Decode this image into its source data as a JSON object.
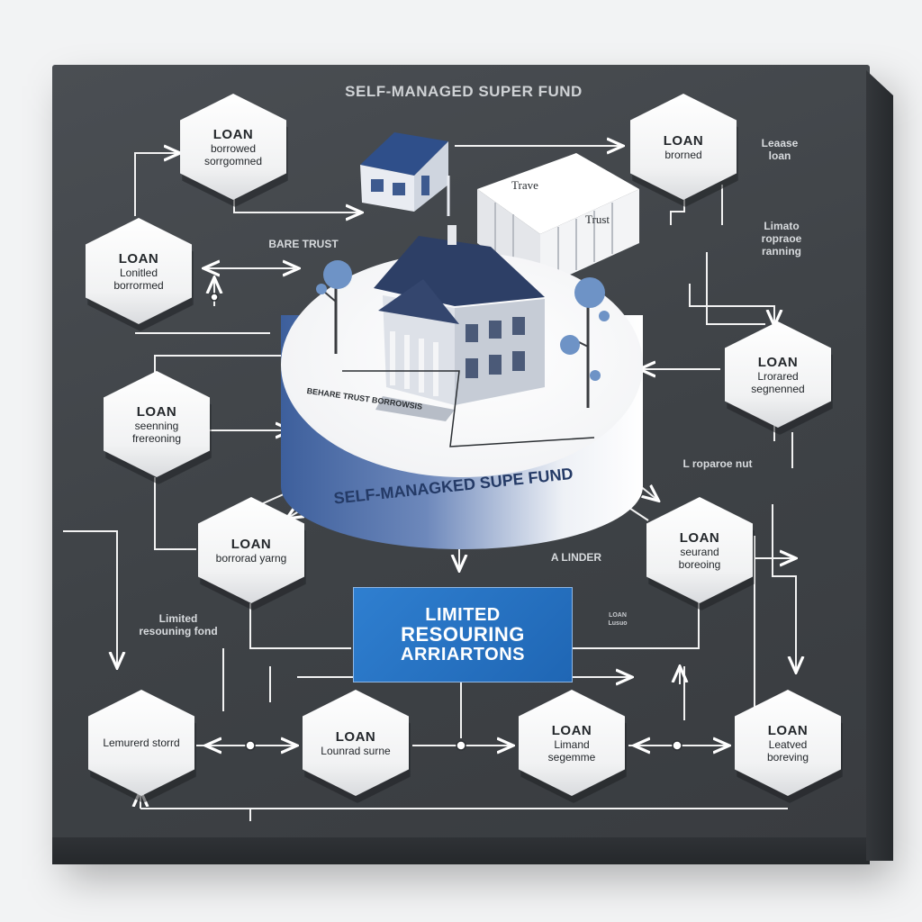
{
  "diagram": {
    "title": "SELF-MANAGED SUPER FUND",
    "platform_label": "SELF-MANAGKED SUPE FUND",
    "platform_sublabel": "BEHARE TRUST BORROWSIS",
    "central_box": {
      "lines": [
        "LIMITED",
        "RESOURING",
        "ARRIARTONS"
      ]
    },
    "trust_labels": [
      "Trave",
      "Trust"
    ],
    "nodes": [
      {
        "id": "n1",
        "title": "LOAN",
        "subtitle": "borrowed sorrgomned"
      },
      {
        "id": "n2",
        "title": "LOAN",
        "subtitle": "brorned"
      },
      {
        "id": "n3",
        "title": "LOAN",
        "subtitle": "Lonitled borrormed"
      },
      {
        "id": "n4",
        "title": "LOAN",
        "subtitle": "Lrorared segnenned"
      },
      {
        "id": "n5",
        "title": "LOAN",
        "subtitle": "seenning frereoning"
      },
      {
        "id": "n6",
        "title": "LOAN",
        "subtitle": "borrorad yarng"
      },
      {
        "id": "n7",
        "title": "LOAN",
        "subtitle": "seurand boreoing"
      },
      {
        "id": "n8",
        "title": "",
        "subtitle": "Lemurerd storrd"
      },
      {
        "id": "n9",
        "title": "LOAN",
        "subtitle": "Lounrad surne"
      },
      {
        "id": "n10",
        "title": "LOAN",
        "subtitle": "Limand segemme"
      },
      {
        "id": "n11",
        "title": "LOAN",
        "subtitle": "Leatved boreving"
      }
    ],
    "labels": {
      "bare_trust": "BARE TRUST",
      "lease_loan": "Leaase loan",
      "limited_recourse_rmng": "Limato ropraoe ranning",
      "l_roparae_nut": "L roparoe nut",
      "a_linder": "A LINDER",
      "limited_resouning_fond": "Limited resouning fond",
      "loan_small": "LOAN",
      "loan_small_sub": "Lusuo"
    }
  },
  "colors": {
    "board": "#43474b",
    "node": "#f4f5f6",
    "accent_blue": "#2371c2",
    "platform_blue": "#4a6aa6"
  }
}
